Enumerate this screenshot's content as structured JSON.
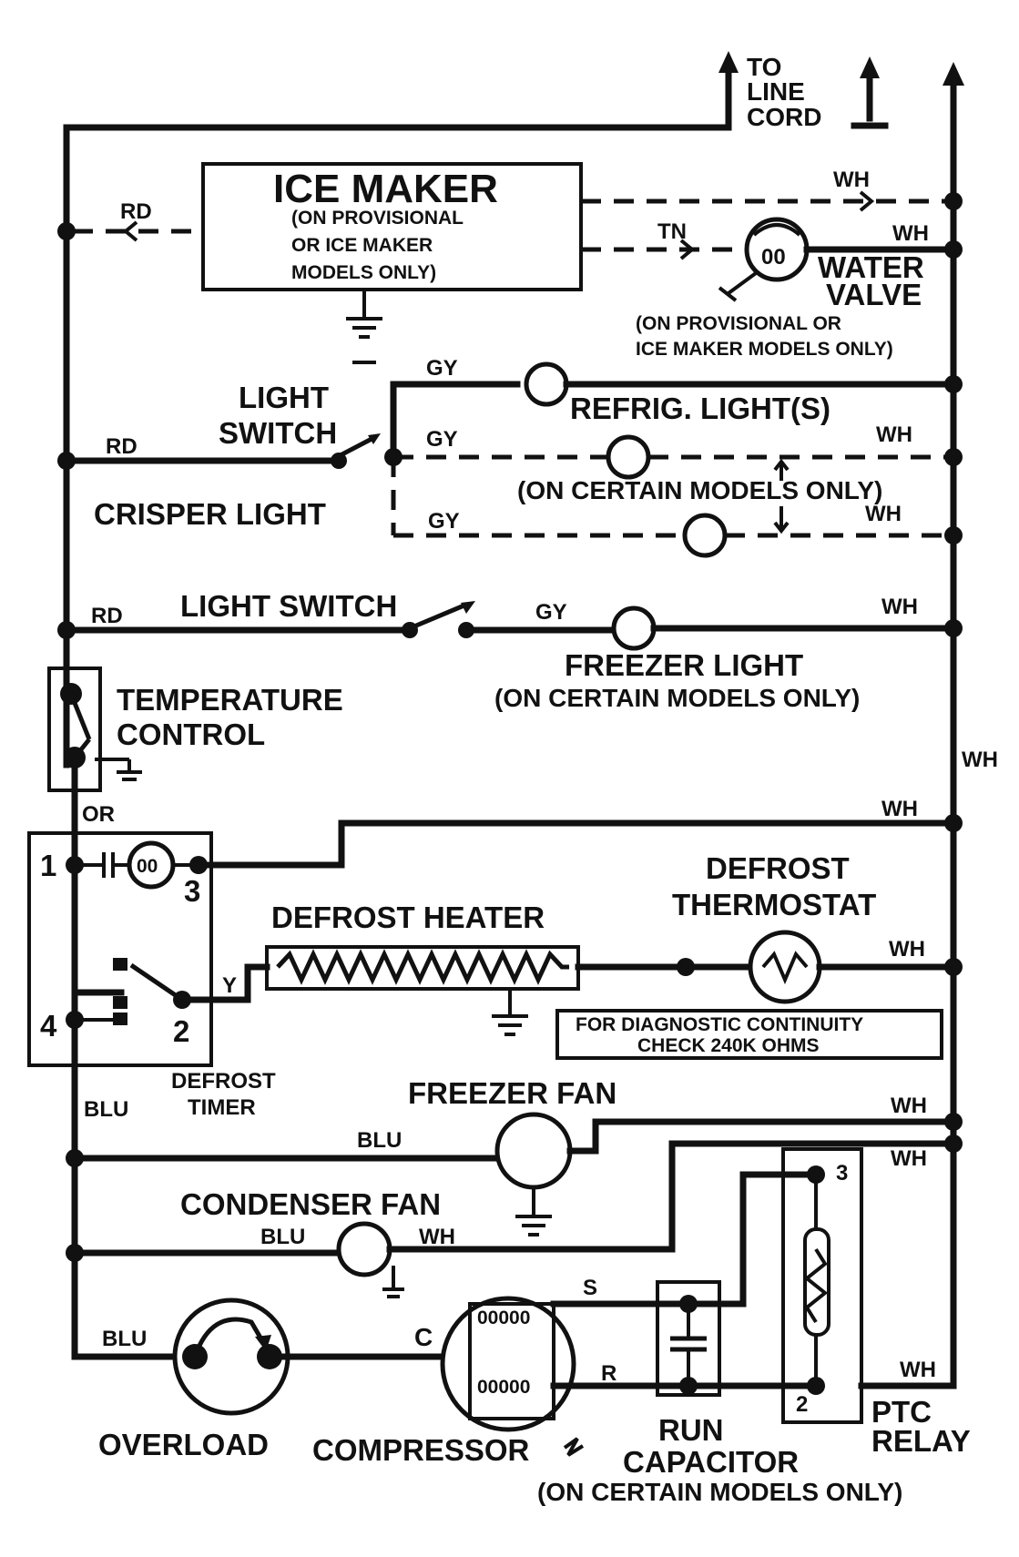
{
  "labels": {
    "to_line_cord": [
      "TO",
      "LINE",
      "CORD"
    ],
    "ice_maker": {
      "title": "ICE MAKER",
      "note": [
        "(ON PROVISIONAL",
        "OR ICE MAKER",
        "MODELS ONLY)"
      ]
    },
    "water_valve": {
      "name": [
        "WATER",
        "VALVE"
      ],
      "note": [
        "(ON PROVISIONAL OR",
        "ICE MAKER MODELS ONLY)"
      ],
      "coil": "00"
    },
    "light_switch_top": [
      "LIGHT",
      "SWITCH"
    ],
    "crisper_light": "CRISPER LIGHT",
    "refrig_lights": "REFRIG. LIGHT(S)",
    "refrig_note": "(ON CERTAIN MODELS ONLY)",
    "light_switch_mid": "LIGHT SWITCH",
    "freezer_light": "FREEZER LIGHT",
    "freezer_light_note": "(ON CERTAIN MODELS ONLY)",
    "temperature_control": [
      "TEMPERATURE",
      "CONTROL"
    ],
    "defrost_heater": "DEFROST HEATER",
    "defrost_thermostat": [
      "DEFROST",
      "THERMOSTAT"
    ],
    "diagnostic_note": [
      "FOR DIAGNOSTIC CONTINUITY",
      "CHECK 240K OHMS"
    ],
    "defrost_timer": [
      "DEFROST",
      "TIMER"
    ],
    "freezer_fan": "FREEZER FAN",
    "condenser_fan": "CONDENSER FAN",
    "overload": "OVERLOAD",
    "compressor": "COMPRESSOR",
    "compressor_coil": "00000",
    "run_capacitor": [
      "RUN",
      "CAPACITOR"
    ],
    "run_capacitor_note": "(ON CERTAIN MODELS ONLY)",
    "ptc_relay": [
      "PTC",
      "RELAY"
    ]
  },
  "wire_colors": {
    "rd": "RD",
    "wh": "WH",
    "tn": "TN",
    "gy": "GY",
    "or": "OR",
    "blu": "BLU",
    "y": "Y"
  },
  "terminals": {
    "timer_1": "1",
    "timer_2": "2",
    "timer_3": "3",
    "timer_4": "4",
    "compressor_s": "S",
    "compressor_c": "C",
    "compressor_r": "R",
    "relay_3": "3",
    "relay_2": "2"
  },
  "icons": [
    "arrow-up-icon",
    "ground-icon",
    "bulb-icon",
    "motor-icon",
    "resistor-icon",
    "capacitor-icon",
    "switch-icon"
  ]
}
